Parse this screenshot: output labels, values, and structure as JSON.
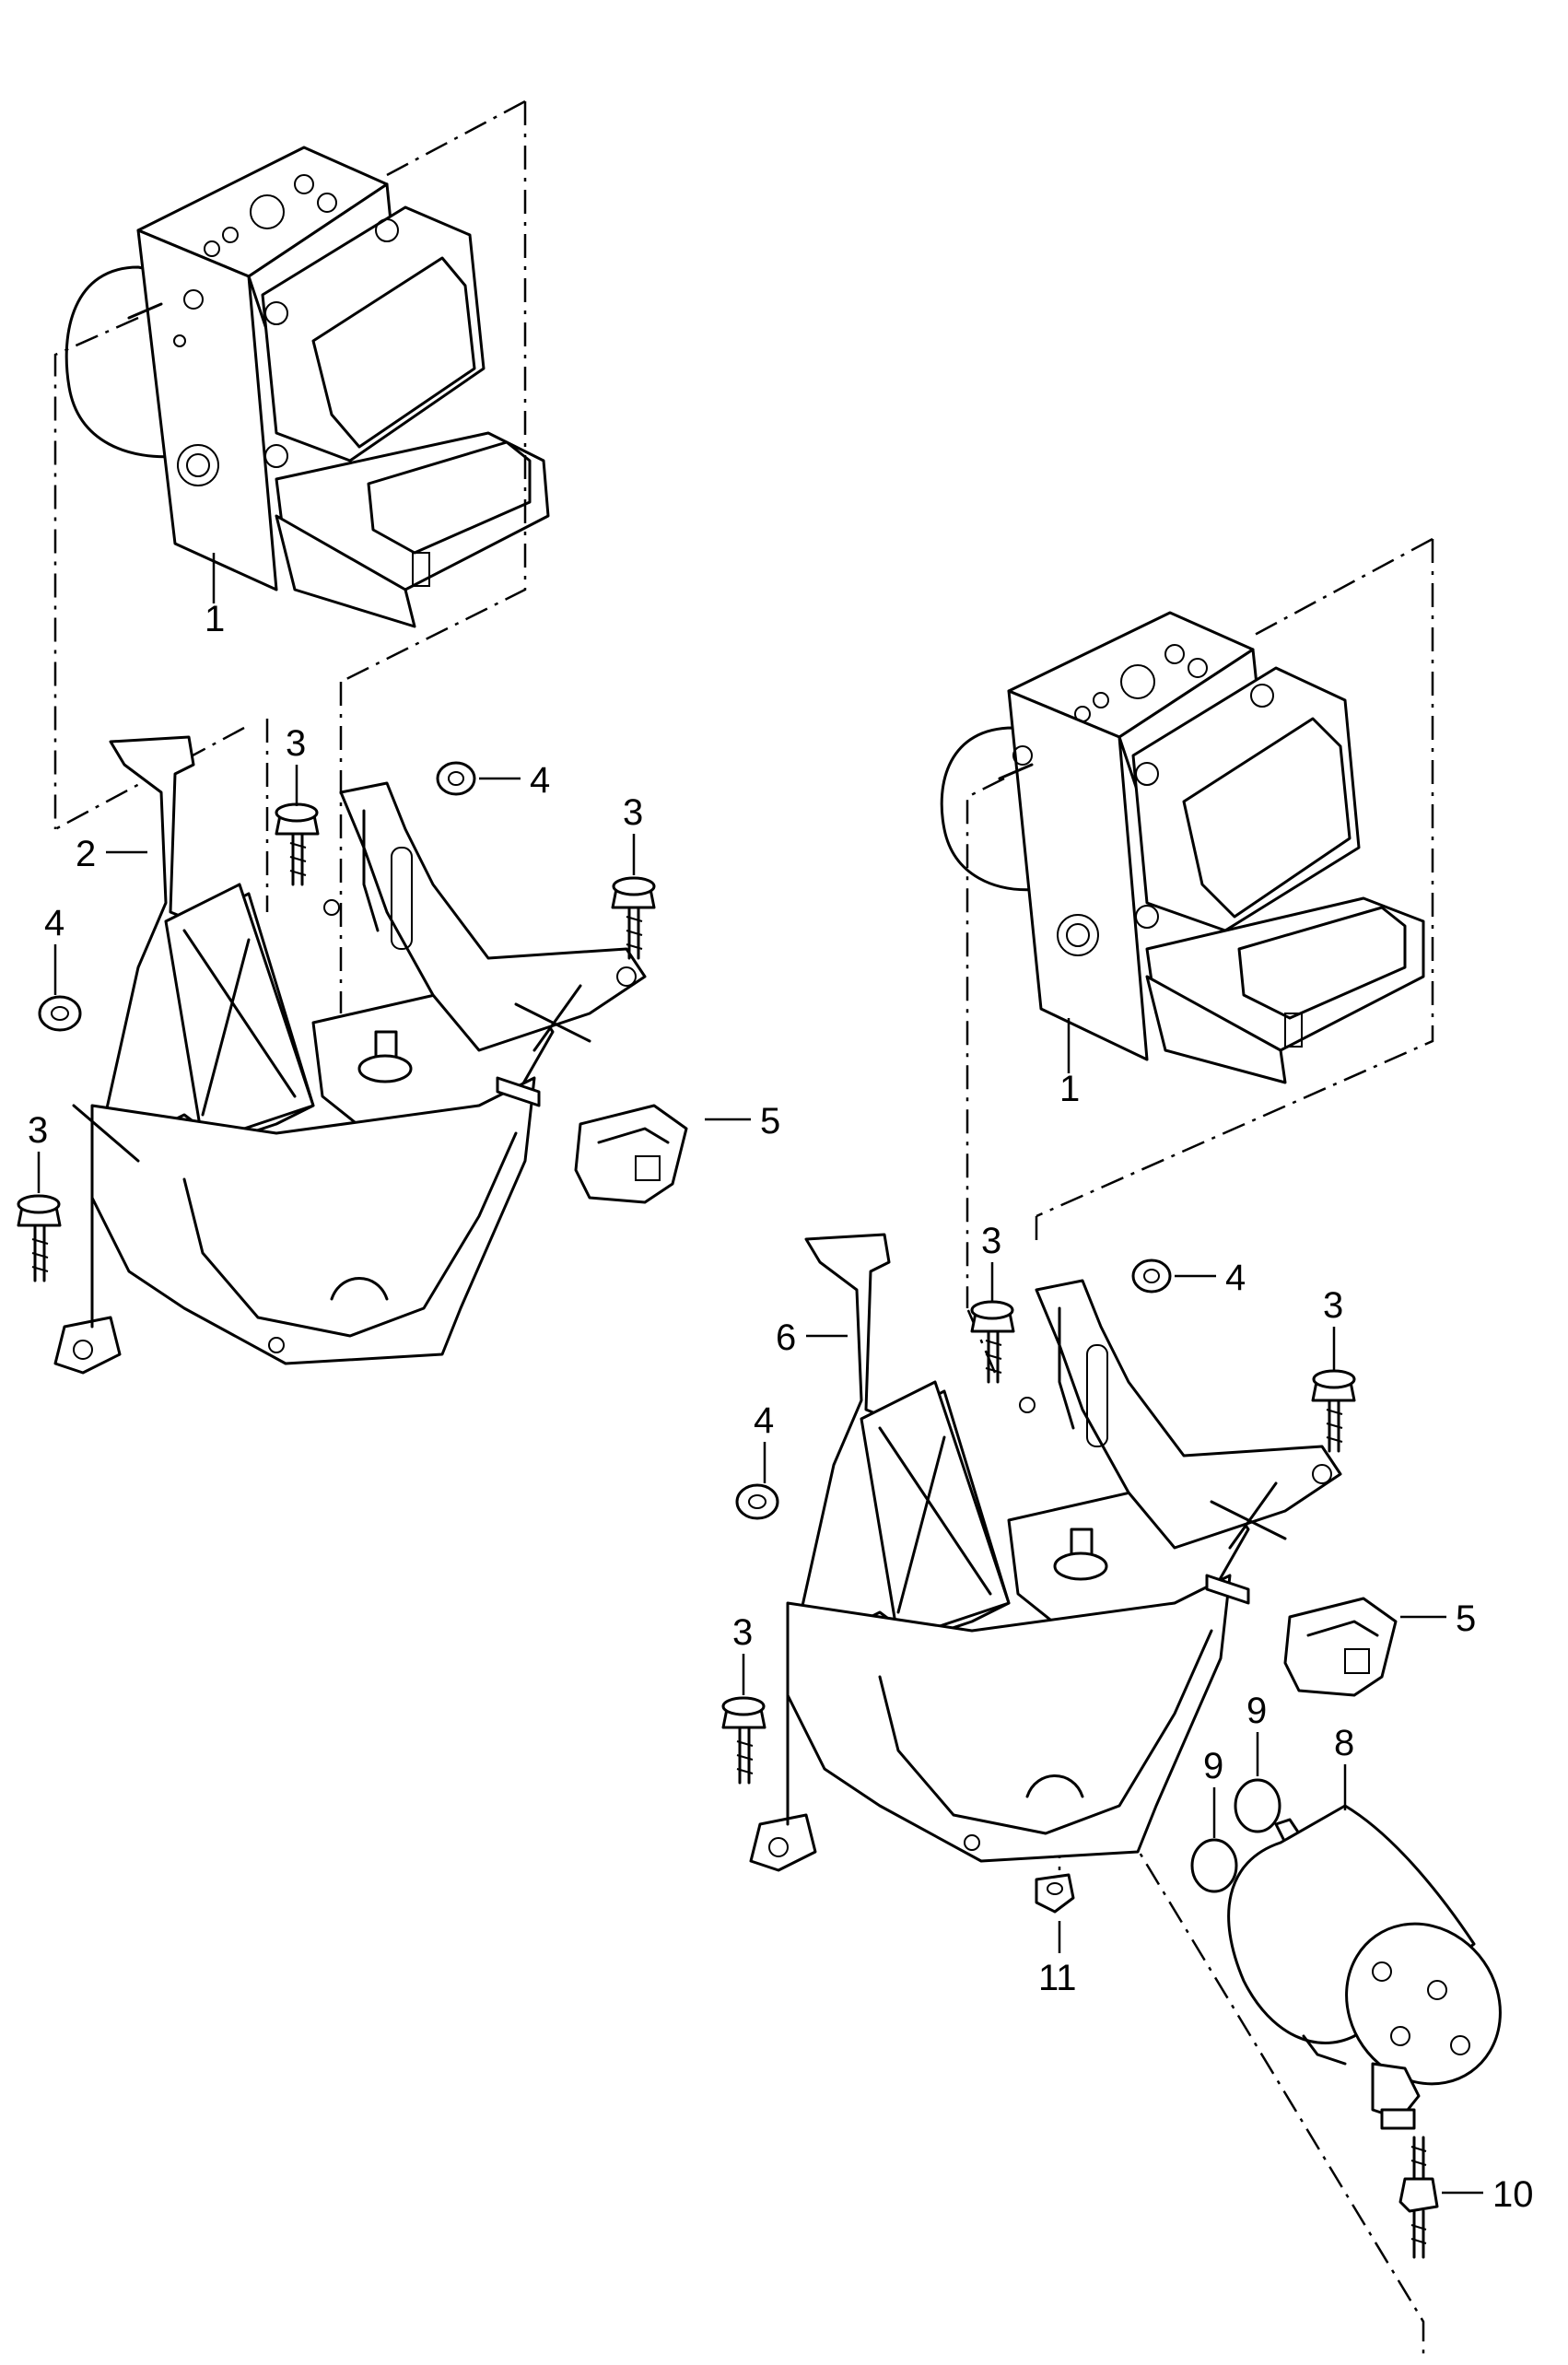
{
  "callouts": {
    "upper_unit": "1",
    "lower_unit": "1",
    "left_bracket": "2",
    "bolt_a": "3",
    "bolt_b": "3",
    "bolt_c": "3",
    "bolt_d": "3",
    "bolt_e": "3",
    "bolt_f": "3",
    "nut_a": "4",
    "nut_b": "4",
    "nut_c": "4",
    "nut_d": "4",
    "clip_a": "5",
    "clip_b": "5",
    "right_bracket": "6",
    "damper": "8",
    "bush_a": "9",
    "bush_b": "9",
    "stud": "10",
    "nut_e": "11"
  }
}
